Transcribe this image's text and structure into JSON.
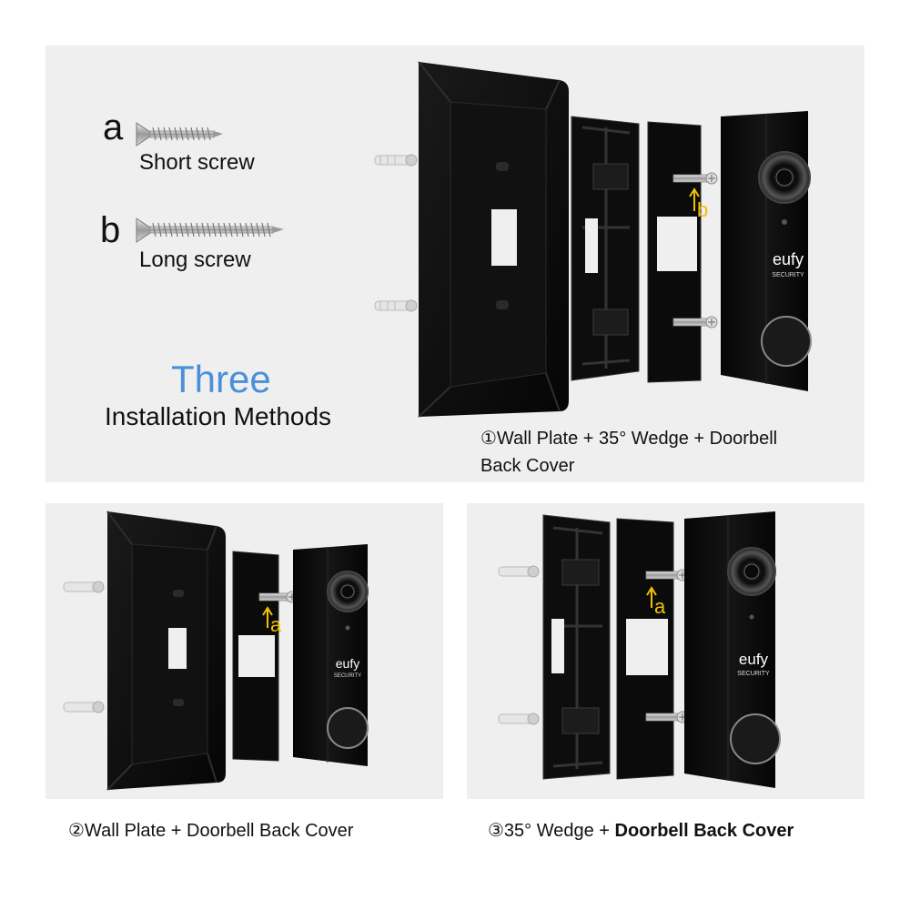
{
  "screws": [
    {
      "letter": "a",
      "label": "Short screw"
    },
    {
      "letter": "b",
      "label": "Long screw"
    }
  ],
  "headline": {
    "accent": "Three",
    "rest": "Installation Methods"
  },
  "methods": [
    {
      "caption_line1": "①Wall Plate + 35° Wedge + Doorbell",
      "caption_line2": "Back Cover",
      "screw_marker": "b"
    },
    {
      "caption": "②Wall Plate  + Doorbell Back Cover",
      "screw_marker": "a"
    },
    {
      "caption_plain": "③35° Wedge + ",
      "caption_bold": "Doorbell Back Cover",
      "screw_marker": "a"
    }
  ],
  "brand": {
    "name": "eufy",
    "sub": "SECURITY"
  },
  "colors": {
    "panel": "#efefef",
    "accent": "#4a90d9",
    "marker": "#f2c200",
    "part": "#0c0c0c"
  }
}
